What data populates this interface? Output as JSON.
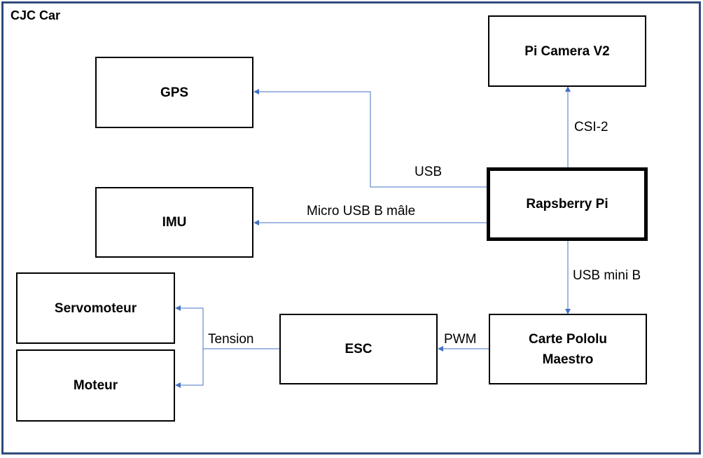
{
  "title": "CJC Car",
  "colors": {
    "frame": "#2f4b7c",
    "connector": "#4472c4",
    "box_border": "#000000"
  },
  "nodes": {
    "gps": "GPS",
    "imu": "IMU",
    "servomoteur": "Servomoteur",
    "moteur": "Moteur",
    "esc": "ESC",
    "pi_camera": "Pi Camera V2",
    "raspberry_pi": "Rapsberry Pi",
    "pololu_line1": "Carte Pololu",
    "pololu_line2": "Maestro"
  },
  "edges": {
    "usb": "USB",
    "micro_usb": "Micro USB B mâle",
    "csi": "CSI-2",
    "usb_mini": "USB mini B",
    "pwm": "PWM",
    "tension": "Tension"
  }
}
